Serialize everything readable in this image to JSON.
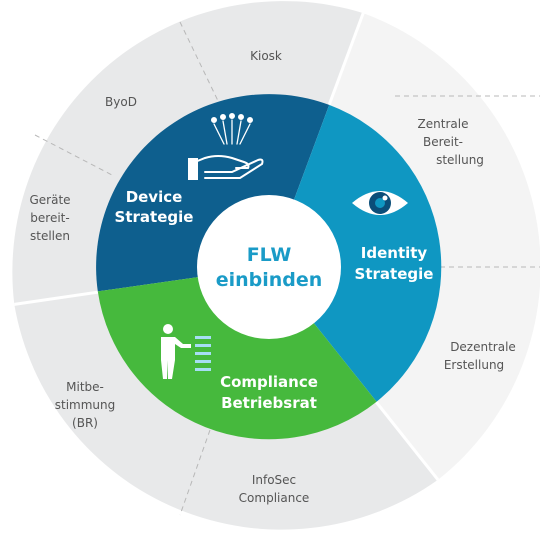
{
  "center": {
    "line1": "FLW",
    "line2": "einbinden",
    "color": "#1a9bc7"
  },
  "segments": {
    "device": {
      "line1": "Device",
      "line2": "Strategie",
      "color": "#0e5f8e",
      "icon": "hand-network-icon"
    },
    "identity": {
      "line1": "Identity",
      "line2": "Strategie",
      "color": "#0f97c2",
      "icon": "eye-icon"
    },
    "compliance": {
      "line1": "Compliance",
      "line2": "Betriebsrat",
      "color": "#46b93d",
      "icon": "person-checklist-icon"
    }
  },
  "outer": {
    "kiosk": "Kiosk",
    "byod": "ByoD",
    "geraete": [
      "Geräte",
      "bereit-",
      "stellen"
    ],
    "zentrale": [
      "Zentrale",
      "Bereit-",
      "stellung"
    ],
    "dezentrale": [
      "Dezentrale",
      "Erstellung"
    ],
    "mitbestimmung": [
      "Mitbe-",
      "stimmung",
      "(BR)"
    ],
    "infosec": [
      "InfoSec",
      "Compliance"
    ]
  },
  "colors": {
    "outer_gray": "#e8e9ea",
    "outer_light": "#f4f4f4",
    "divider": "#b8b8b8"
  }
}
